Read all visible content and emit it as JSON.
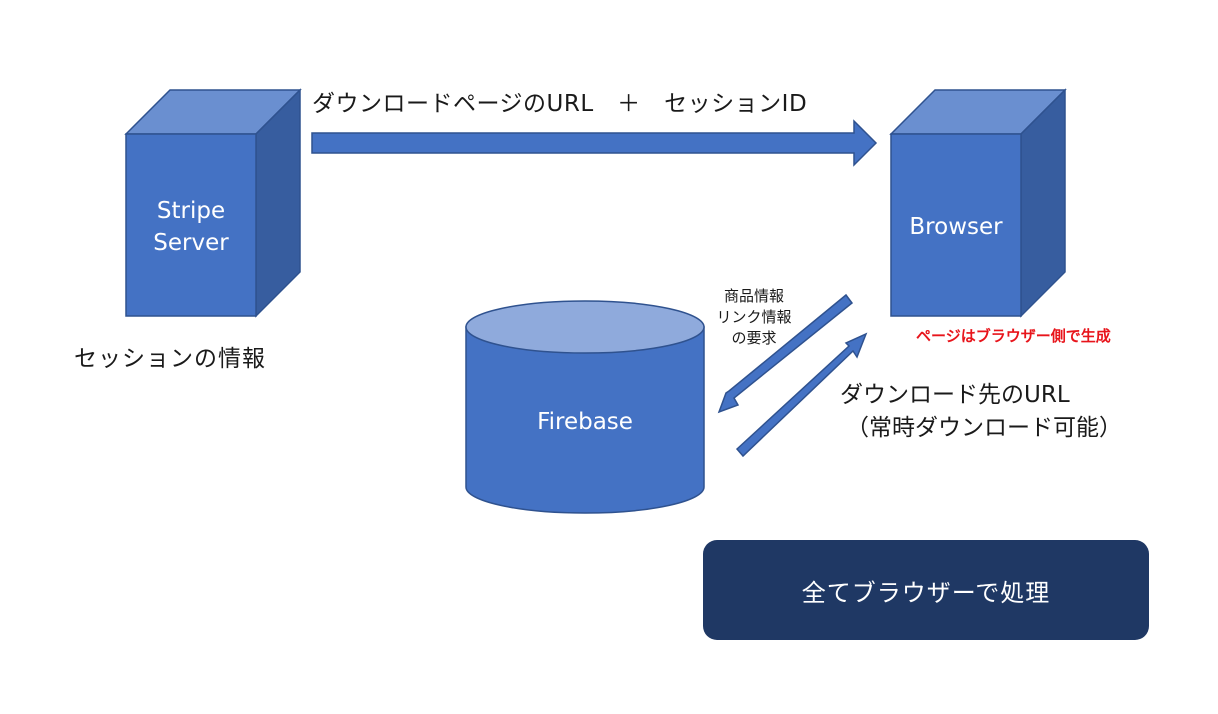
{
  "nodes": {
    "stripe": {
      "line1": "Stripe",
      "line2": "Server"
    },
    "browser": {
      "label": "Browser"
    },
    "firebase": {
      "label": "Firebase"
    }
  },
  "labels": {
    "top_arrow": "ダウンロードページのURL　＋　セッションID",
    "session_info": "セッションの情報",
    "request_line1": "商品情報",
    "request_line2": "リンク情報",
    "request_line3": "の要求",
    "browser_note": "ページはブラウザー側で生成",
    "download_line1": "ダウンロード先のURL",
    "download_line2": "（常時ダウンロード可能）"
  },
  "banner": {
    "text": "全てブラウザーで処理"
  },
  "colors": {
    "box_front": "#4472c4",
    "box_top": "#6a8fd0",
    "box_side": "#375d9f",
    "cylinder_top": "#8faadc",
    "edge": "#2f528f",
    "banner": "#1f3864",
    "note_red": "#e8141b"
  }
}
